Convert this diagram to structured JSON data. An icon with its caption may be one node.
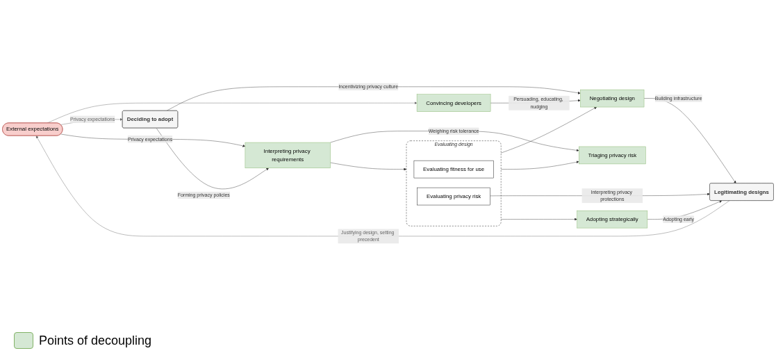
{
  "diagram": {
    "nodes": [
      {
        "text": [
          "External expectations"
        ]
      },
      {
        "text": [
          "Deciding to adopt"
        ]
      },
      {
        "text": [
          "Convincing developers"
        ]
      },
      {
        "text": [
          "Interpreting privacy requirements"
        ]
      },
      {
        "text": [
          "Evaluating design"
        ]
      },
      {
        "text": [
          "Evaluating fitness for use"
        ],
        "in": 4
      },
      {
        "text": [
          "Evaluating privacy risk"
        ],
        "in": 4
      },
      {
        "text": [
          "Negotiating design"
        ]
      },
      {
        "text": [
          "Triaging privacy risk"
        ]
      },
      {
        "text": [
          "Adopting strategically"
        ]
      },
      {
        "text": [
          "Legitimating designs"
        ]
      }
    ],
    "edges": [
      {
        "from": 0,
        "to": 1,
        "arrow": "to",
        "label": "Privacy expectations",
        "color": "#666666"
      },
      {
        "from": 0,
        "to": 2,
        "arrow": "to",
        "color": "#666666"
      },
      {
        "from": 0,
        "to": 3,
        "arrow": "to",
        "label": "Privacy expectations"
      },
      {
        "from": 1,
        "to": 3,
        "arrow": "to",
        "label": "Forming privacy policies"
      },
      {
        "from": 3,
        "to": 4,
        "arrow": "to"
      },
      {
        "from": 1,
        "to": 7,
        "arrow": "to",
        "label": "Incentivizing privacy culture"
      },
      {
        "from": 2,
        "to": 7,
        "arrow": "to",
        "label": "Persuading, educating, nudging"
      },
      {
        "from": 4,
        "to": 7,
        "arrow": "to"
      },
      {
        "from": 4,
        "to": 8,
        "arrow": "to"
      },
      {
        "from": 4,
        "to": 9,
        "arrow": "to"
      },
      {
        "from": 3,
        "to": 8,
        "arrow": "to",
        "label": "Weighing risk tolerance"
      },
      {
        "from": 7,
        "to": 10,
        "arrow": "to",
        "label": "Building infrastructure"
      },
      {
        "from": 6,
        "to": 10,
        "arrow": "to",
        "label": "Interpreting privacy protections"
      },
      {
        "from": 9,
        "to": 10,
        "arrow": "to",
        "label": "Adopting early"
      },
      {
        "from": 10,
        "to": 0,
        "arrow": "to",
        "label": "Justifying design, setting precedent",
        "color": "#666666"
      }
    ],
    "legend": [
      {
        "text": "Points of decoupling",
        "color": "#d5e8d4"
      }
    ]
  }
}
